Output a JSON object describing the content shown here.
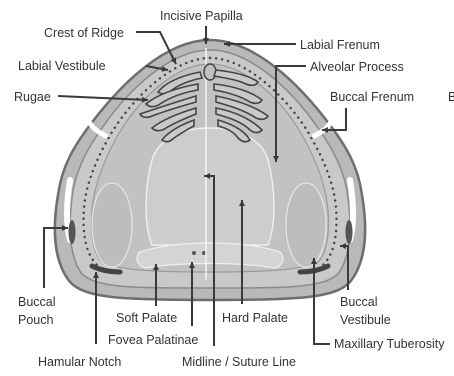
{
  "labels": {
    "incisive_papilla": "Incisive Papilla",
    "crest_of_ridge": "Crest of Ridge",
    "labial_frenum": "Labial Frenum",
    "labial_vestibule": "Labial Vestibule",
    "alveolar_process": "Alveolar Process",
    "rugae": "Rugae",
    "buccal_frenum": "Buccal Frenum",
    "edge_fragment": "B",
    "buccal_pouch_line1": "Buccal",
    "buccal_pouch_line2": "Pouch",
    "soft_palate": "Soft Palate",
    "hard_palate": "Hard Palate",
    "buccal_vestibule_line1": "Buccal",
    "buccal_vestibule_line2": "Vestibule",
    "fovea_palatinae": "Fovea Palatinae",
    "hamular_notch": "Hamular Notch",
    "midline_suture": "Midline / Suture Line",
    "maxillary_tuberosity": "Maxillary Tuberosity"
  },
  "colors": {
    "outer_tray": "#9a9a9a",
    "tray_fill": "#b9b9b9",
    "palate_fill": "#c7c7c7",
    "inner_light": "#d9d9d9",
    "highlight": "#f2f2f2",
    "pointer": "#3a3a3a",
    "dots": "#444444"
  }
}
